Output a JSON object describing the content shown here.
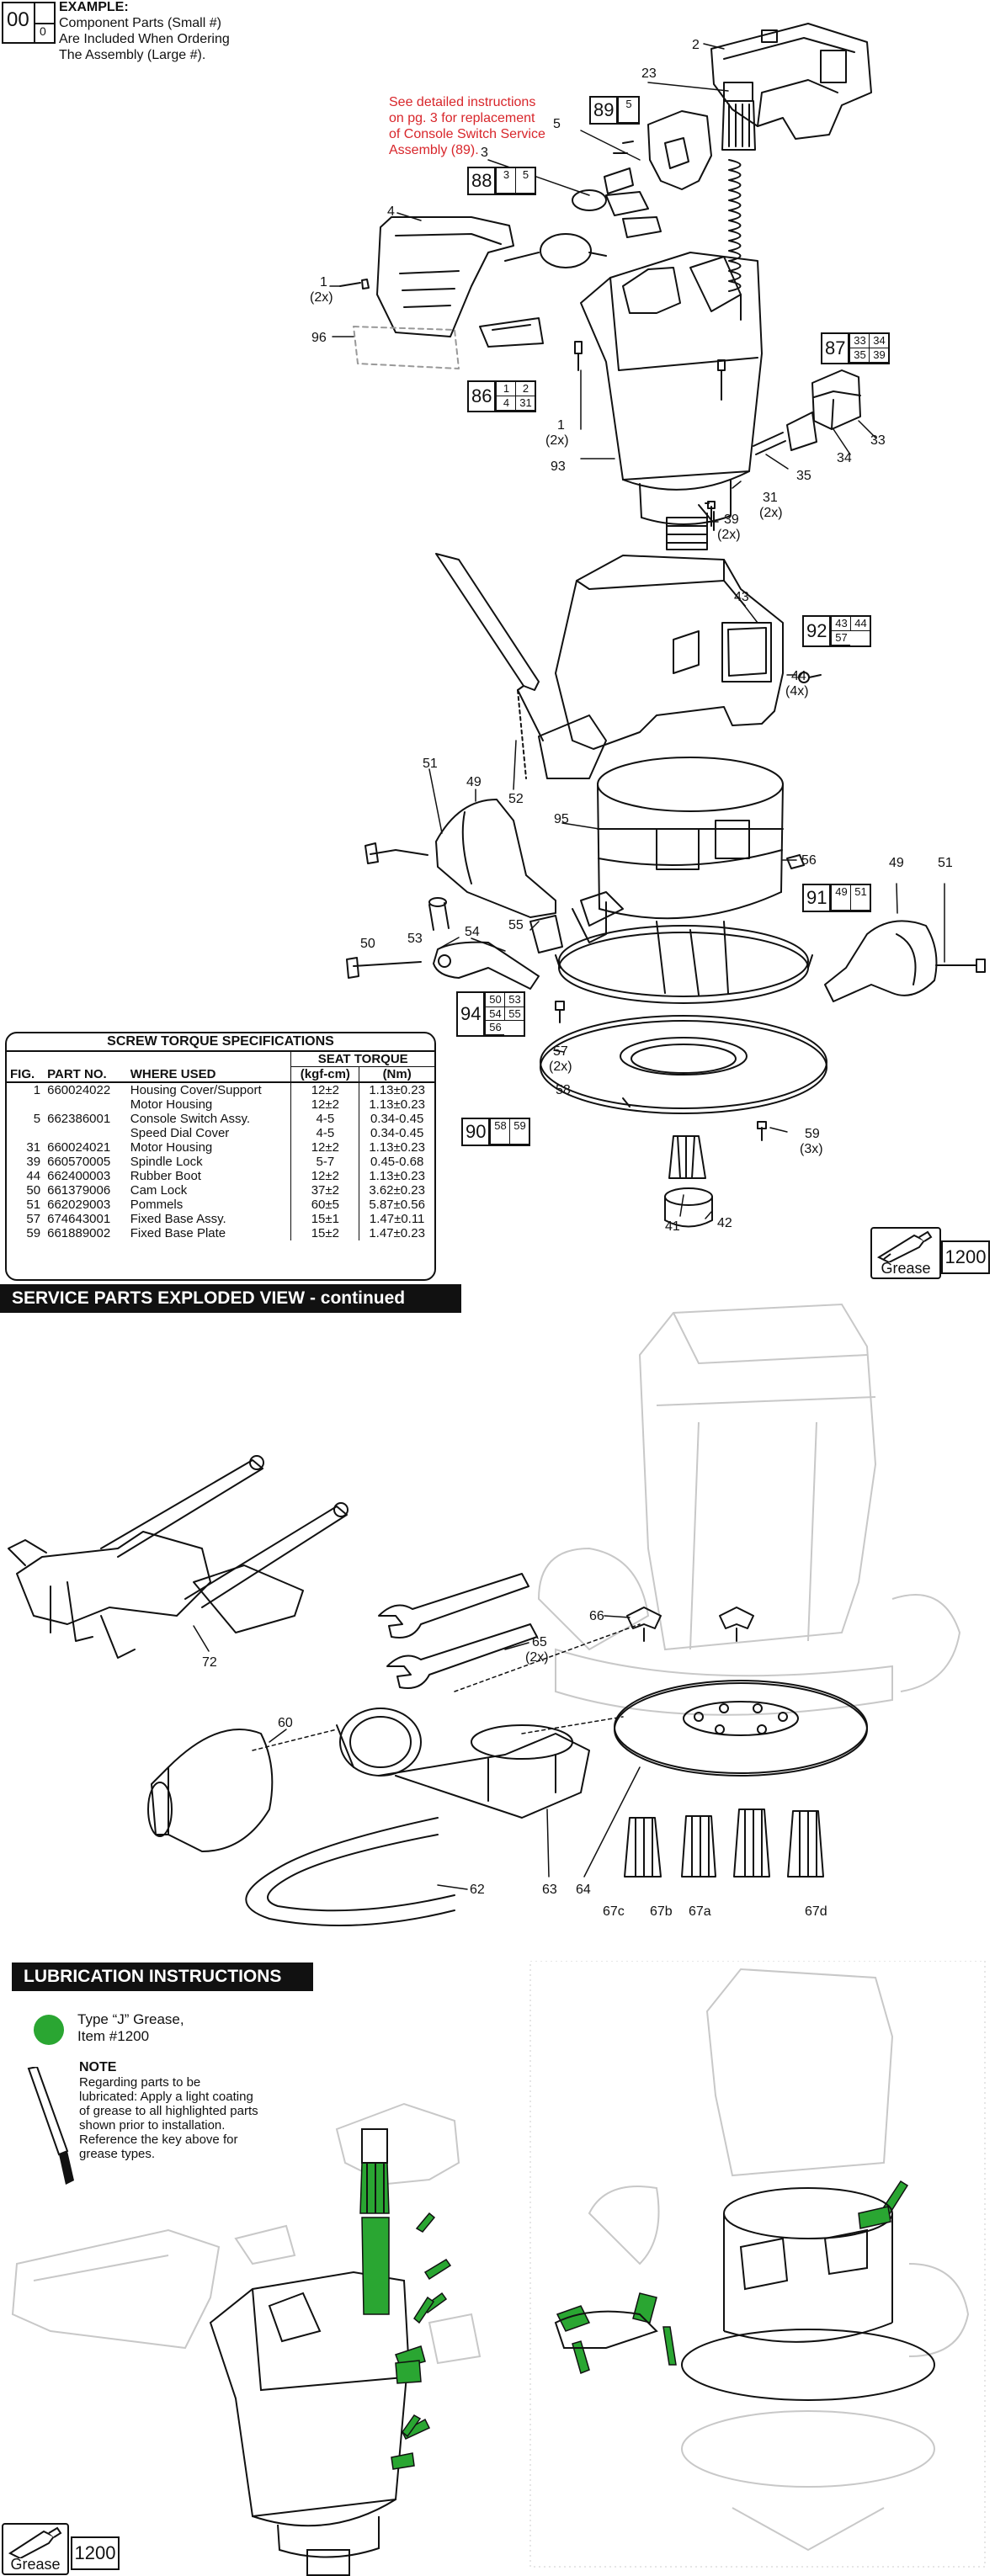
{
  "example": {
    "small": "0",
    "large": "00",
    "title": "EXAMPLE:",
    "line1": "Component Parts (Small #)",
    "line2": "Are Included When Ordering",
    "line3": "The Assembly (Large #)."
  },
  "console_note": {
    "line1": "See detailed instructions",
    "line2": "on pg. 3 for replacement",
    "line3": "of Console Switch Service",
    "line4": "Assembly (89)."
  },
  "assemblies": [
    {
      "id": "89",
      "components": [
        "5"
      ]
    },
    {
      "id": "88",
      "components": [
        "3",
        "5"
      ]
    },
    {
      "id": "86",
      "components": [
        "1",
        "2",
        "4",
        "31"
      ]
    },
    {
      "id": "87",
      "components": [
        "33",
        "34",
        "35",
        "39"
      ]
    },
    {
      "id": "92",
      "components": [
        "43",
        "44",
        "57"
      ]
    },
    {
      "id": "91",
      "components": [
        "49",
        "51"
      ]
    },
    {
      "id": "94",
      "components": [
        "50",
        "53",
        "54",
        "55",
        "56"
      ]
    },
    {
      "id": "90",
      "components": [
        "58",
        "59"
      ]
    }
  ],
  "callouts_top": {
    "c2": "2",
    "c23": "23",
    "c5": "5",
    "c3": "3",
    "c4": "4",
    "c1a": "1",
    "c2xa": "(2x)",
    "c96": "96",
    "c1b": "1",
    "c2xb": "(2x)",
    "c93": "93",
    "c31": "31",
    "c2xc": "(2x)",
    "c39": "39",
    "c2xd": "(2x)",
    "c35": "35",
    "c34": "34",
    "c33": "33",
    "c43": "43",
    "c44": "44",
    "c4x": "(4x)",
    "c51a": "51",
    "c49a": "49",
    "c52": "52",
    "c95": "95",
    "c56": "56",
    "c49b": "49",
    "c51b": "51",
    "c50": "50",
    "c53": "53",
    "c54": "54",
    "c55": "55",
    "c57": "57",
    "c2xe": "(2x)",
    "c58": "58",
    "c59": "59",
    "c3x": "(3x)",
    "c41": "41",
    "c42": "42"
  },
  "torque_table": {
    "title": "SCREW TORQUE SPECIFICATIONS",
    "seat_torque": "SEAT TORQUE",
    "headers": [
      "FIG.",
      "PART NO.",
      "WHERE USED",
      "(kgf-cm)",
      "(Nm)"
    ],
    "rows": [
      [
        "1",
        "660024022",
        "Housing Cover/Support",
        "12±2",
        "1.13±0.23"
      ],
      [
        "",
        "",
        "Motor Housing",
        "12±2",
        "1.13±0.23"
      ],
      [
        "5",
        "662386001",
        "Console Switch Assy.",
        "4-5",
        "0.34-0.45"
      ],
      [
        "",
        "",
        "Speed Dial Cover",
        "4-5",
        "0.34-0.45"
      ],
      [
        "31",
        "660024021",
        "Motor Housing",
        "12±2",
        "1.13±0.23"
      ],
      [
        "39",
        "660570005",
        "Spindle Lock",
        "5-7",
        "0.45-0.68"
      ],
      [
        "44",
        "662400003",
        "Rubber Boot",
        "12±2",
        "1.13±0.23"
      ],
      [
        "50",
        "661379006",
        "Cam Lock",
        "37±2",
        "3.62±0.23"
      ],
      [
        "51",
        "662029003",
        "Pommels",
        "60±5",
        "5.87±0.56"
      ],
      [
        "57",
        "674643001",
        "Fixed Base Assy.",
        "15±1",
        "1.47±0.11"
      ],
      [
        "59",
        "661889002",
        "Fixed Base Plate",
        "15±2",
        "1.47±0.23"
      ]
    ]
  },
  "grease_key": {
    "label": "Grease",
    "number": "1200"
  },
  "section2": {
    "banner": "SERVICE PARTS EXPLODED VIEW - continued",
    "callouts": {
      "c66": "66",
      "c65": "65",
      "c2x": "(2x)",
      "c72": "72",
      "c60": "60",
      "c62": "62",
      "c63": "63",
      "c64": "64",
      "c67c": "67c",
      "c67b": "67b",
      "c67a": "67a",
      "c67d": "67d"
    }
  },
  "lubrication": {
    "banner": "LUBRICATION INSTRUCTIONS",
    "grease_type_line1": "Type “J” Grease,",
    "grease_type_line2": "Item #1200",
    "note_title": "NOTE",
    "note_lines": [
      "Regarding parts to be",
      "lubricated: Apply a light coating",
      "of grease to all highlighted parts",
      "shown prior to installation.",
      "Reference the key above for",
      "grease types."
    ]
  },
  "grease_key_bottom": {
    "label": "Grease",
    "number": "1200"
  },
  "colors": {
    "grease_green": "#2aa632",
    "note_red": "#d8262b",
    "ghost_line": "#c8c8c8"
  }
}
